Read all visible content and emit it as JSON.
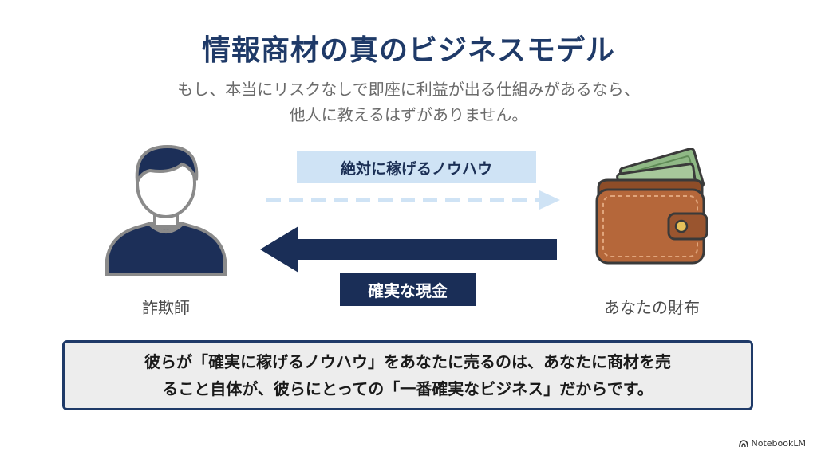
{
  "title": "情報商材の真のビジネスモデル",
  "subtitle": {
    "line1": "もし、本当にリスクなしで即座に利益が出る仕組みがあるなら、",
    "line2": "他人に教えるはずがありません。"
  },
  "left_actor": {
    "label": "詐欺師",
    "icon": "person-icon"
  },
  "right_actor": {
    "label": "あなたの財布",
    "icon": "wallet-icon"
  },
  "flow_right": {
    "label": "絶対に稼げるノウハウ",
    "style": "dashed-light-blue"
  },
  "flow_left": {
    "label": "確実な現金",
    "style": "solid-navy"
  },
  "conclusion": {
    "line1": "彼らが「確実に稼げるノウハウ」をあなたに売るのは、あなたに商材を売",
    "line2": "ること自体が、彼らにとっての「一番確実なビジネス」だからです。"
  },
  "brand": "NotebookLM",
  "colors": {
    "navy": "#1a2e57",
    "light_blue": "#cfe3f5",
    "wallet_brown": "#b5673a",
    "money_green": "#6f9a63"
  }
}
